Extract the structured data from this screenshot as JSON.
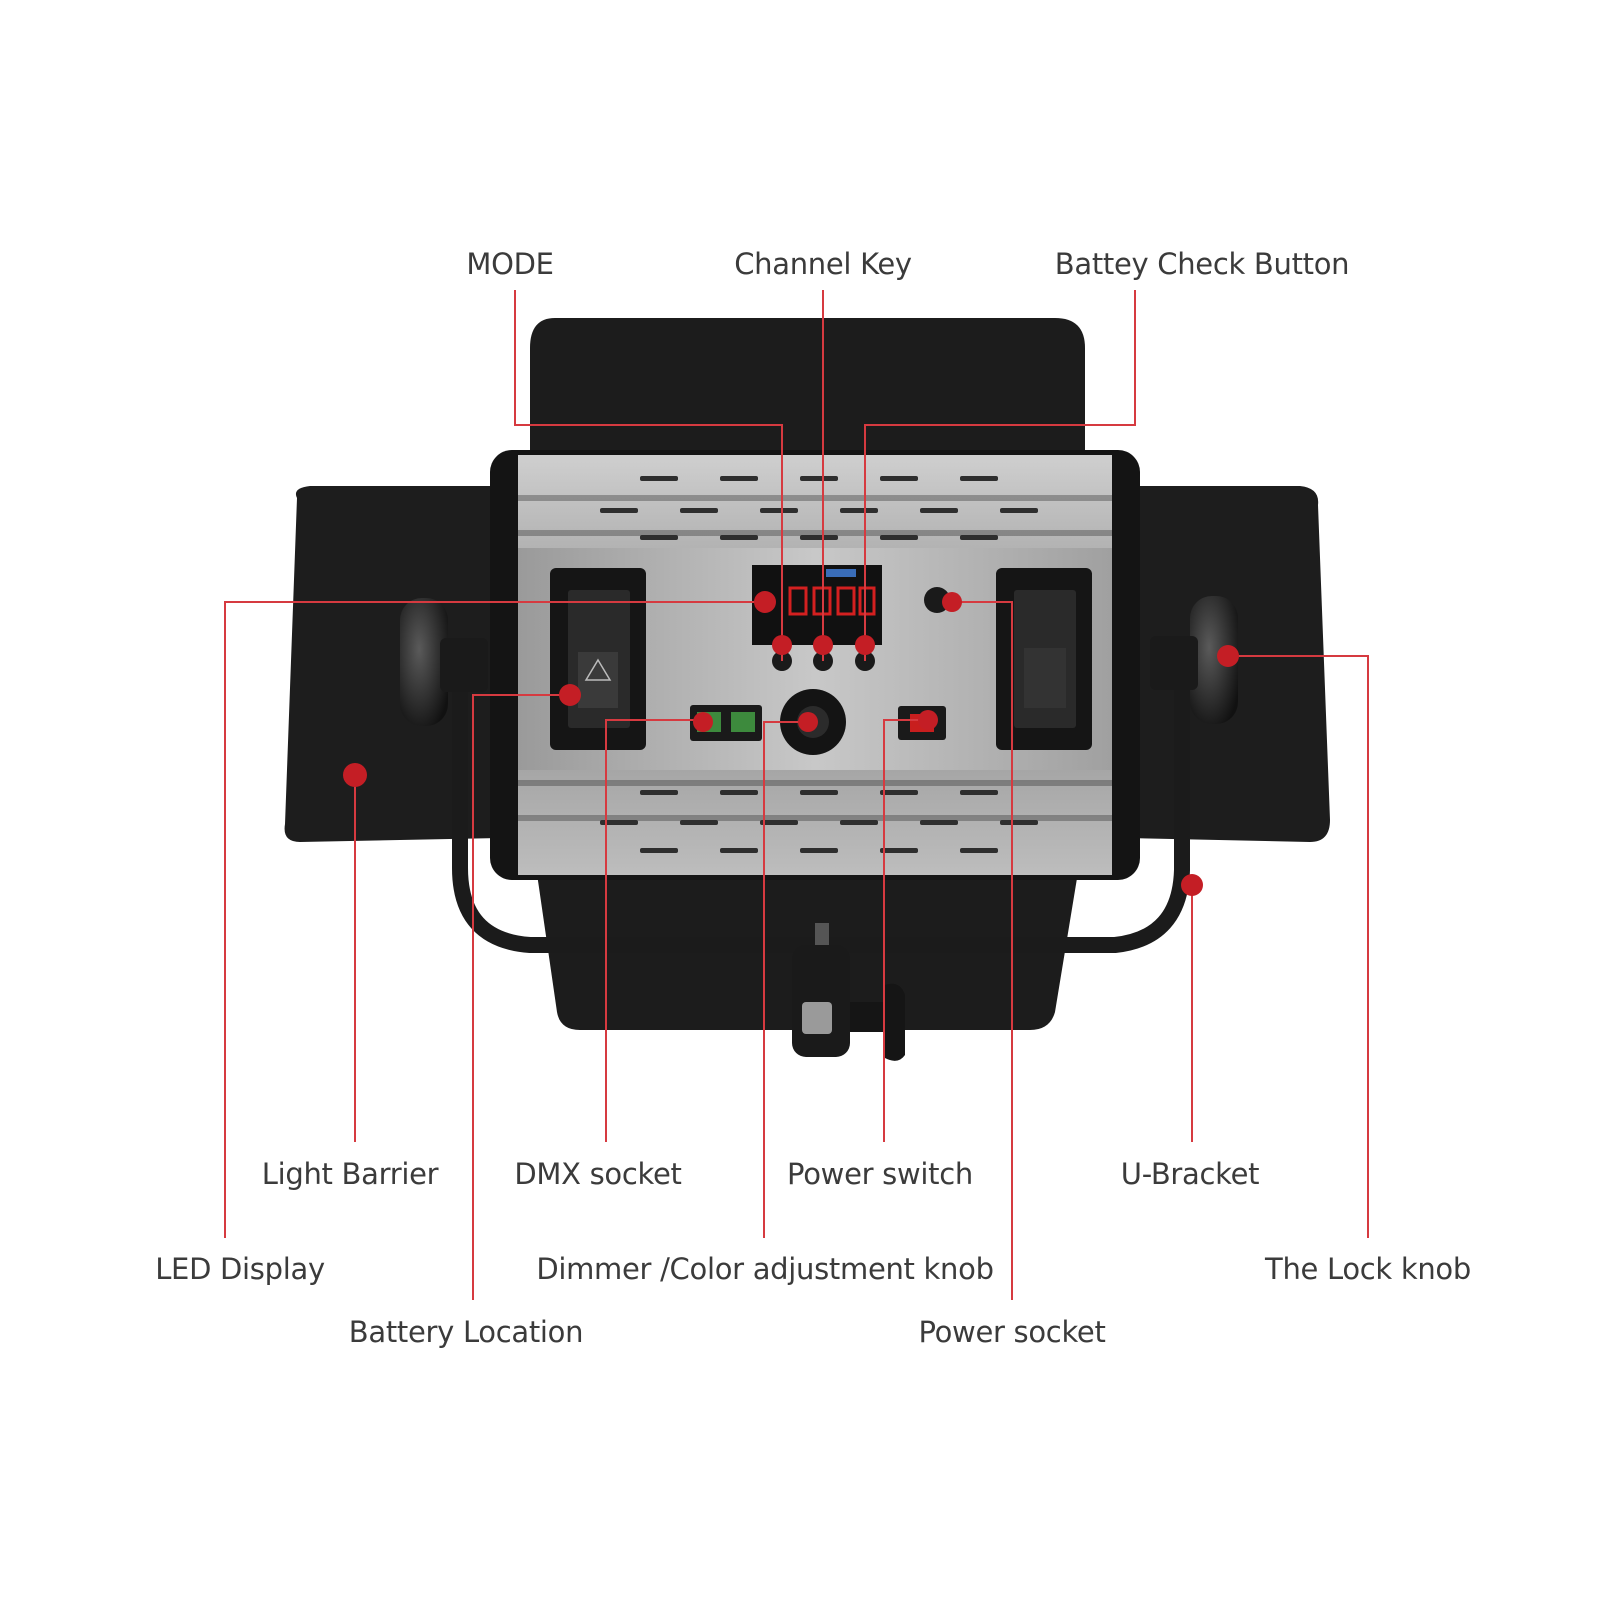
{
  "colors": {
    "callout_line": "#d63a40",
    "marker": "#c41e25",
    "label_text": "#3b3b3b",
    "barndoor": "#1c1c1c",
    "housing": "#9a9a9a",
    "housing_frame": "#1a1a1a",
    "display_digits": "#e02020"
  },
  "callouts": {
    "mode": "MODE",
    "channel_key": "Channel Key",
    "battery_check_button": "Battey Check Button",
    "light_barrier": "Light Barrier",
    "dmx_socket": "DMX socket",
    "power_switch": "Power switch",
    "u_bracket": "U-Bracket",
    "led_display": "LED Display",
    "dimmer_color_knob": "Dimmer /Color adjustment knob",
    "the_lock_knob": "The Lock knob",
    "battery_location": "Battery Location",
    "power_socket": "Power socket"
  }
}
